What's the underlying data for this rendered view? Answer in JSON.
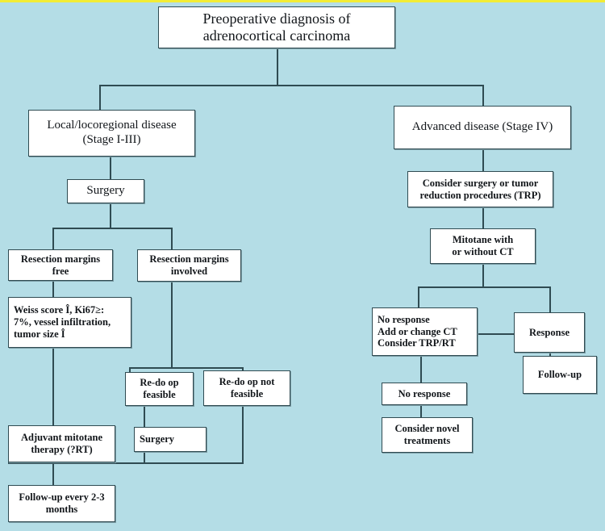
{
  "figure": {
    "type": "flowchart",
    "title": "Preoperative diagnosis of adrenocortical carcinoma",
    "background_color": "#b4dde6",
    "node_fill_color": "#ffffff",
    "node_border_color": "#2f4b52",
    "accent_line_color": "#f2ec35"
  },
  "nodes": {
    "root": "Preoperative diagnosis of\nadrenocortical carcinoma",
    "local_disease": "Local/locoregional disease\n(Stage I-III)",
    "advanced_disease": "Advanced disease (Stage IV)",
    "surgery_primary": "Surgery",
    "consider_surgery_trp": "Consider surgery or tumor\nreduction procedures (TRP)",
    "margins_free": "Resection margins\nfree",
    "margins_involved": "Resection margins\ninvolved",
    "mitotane_ct": "Mitotane with\nor without CT",
    "weiss_score": "Weiss score Î, Ki67≥:\n7%, vessel infiltration,\ntumor size Î",
    "no_response_1": "No response\nAdd or change CT\nConsider TRP/RT",
    "response": "Response",
    "redo_feasible": "Re-do  op\nfeasible",
    "redo_not_feasible": "Re-do op not\nfeasible",
    "no_response_2": "No response",
    "follow_up_response": "Follow-up",
    "adjuvant_mitotane": "Adjuvant mitotane\ntherapy (?RT)",
    "surgery_redo": "Surgery",
    "consider_novel": "Consider novel\ntreatments",
    "follow_up_schedule": "Follow-up every 2-3\nmonths"
  }
}
